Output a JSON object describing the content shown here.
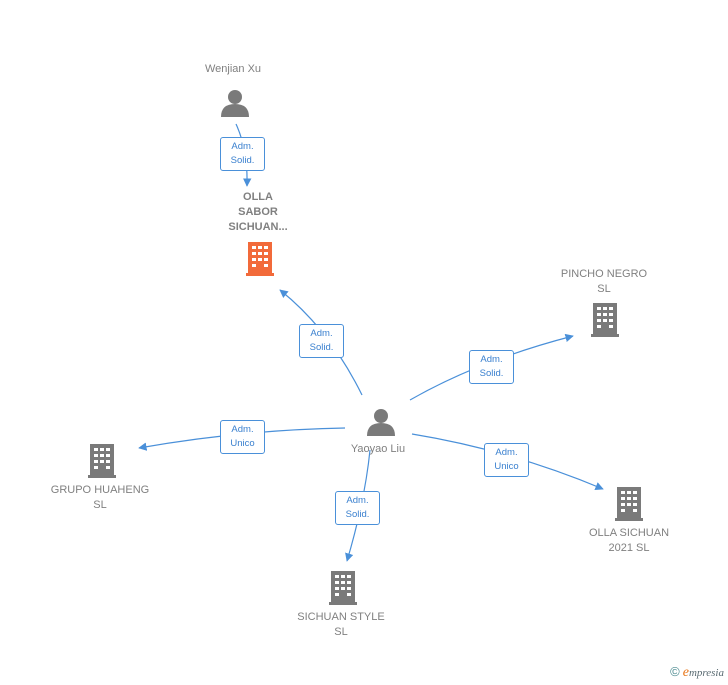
{
  "colors": {
    "edge": "#4a90d9",
    "node_gray": "#7a7a7a",
    "highlight": "#f26a3a",
    "label": "#808080"
  },
  "nodes": {
    "wenjian": {
      "type": "person",
      "lines": [
        "Wenjian Xu"
      ]
    },
    "yaoyao": {
      "type": "person",
      "lines": [
        "Yaoyao Liu"
      ]
    },
    "olla_sabor": {
      "type": "company",
      "highlighted": true,
      "lines": [
        "OLLA",
        "SABOR",
        "SICHUAN..."
      ]
    },
    "pincho": {
      "type": "company",
      "lines": [
        "PINCHO",
        "NEGRO  SL"
      ]
    },
    "grupo": {
      "type": "company",
      "lines": [
        "GRUPO",
        "HUAHENG  SL"
      ]
    },
    "olla2021": {
      "type": "company",
      "lines": [
        "OLLA",
        "SICHUAN",
        "2021  SL"
      ]
    },
    "sichuan_style": {
      "type": "company",
      "lines": [
        "SICHUAN",
        "STYLE  SL"
      ]
    }
  },
  "edges": {
    "wenjian_olla": [
      "Adm.",
      "Solid."
    ],
    "yaoyao_olla": [
      "Adm.",
      "Solid."
    ],
    "yaoyao_pincho": [
      "Adm.",
      "Solid."
    ],
    "yaoyao_grupo": [
      "Adm.",
      "Unico"
    ],
    "yaoyao_olla2021": [
      "Adm.",
      "Unico"
    ],
    "yaoyao_style": [
      "Adm.",
      "Solid."
    ]
  },
  "footer": {
    "copyright": "©",
    "brand_first": "e",
    "brand_rest": "mpresia"
  }
}
